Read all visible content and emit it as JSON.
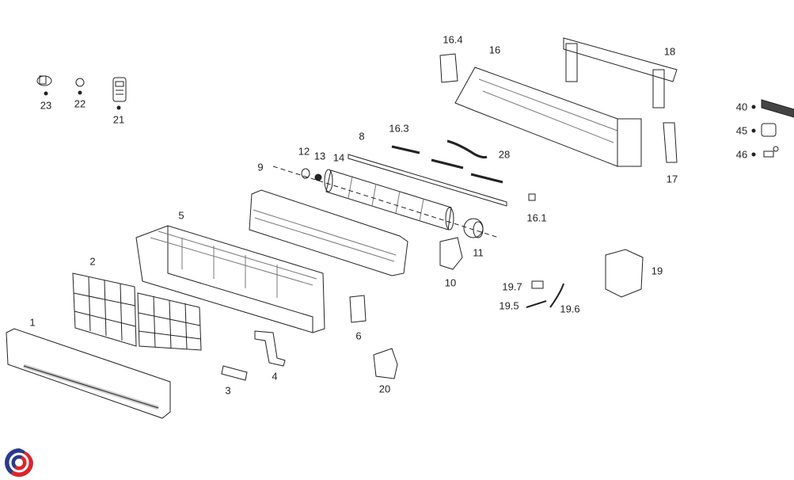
{
  "diagram": {
    "type": "exploded parts diagram",
    "part_labels": [
      "1",
      "2",
      "3",
      "4",
      "5",
      "6",
      "8",
      "9",
      "10",
      "11",
      "12",
      "13",
      "14",
      "16",
      "16.1",
      "16.3",
      "16.4",
      "17",
      "18",
      "19",
      "19.5",
      "19.6",
      "19.7",
      "20",
      "21",
      "22",
      "23",
      "28",
      "40",
      "45",
      "46"
    ]
  },
  "colors": {
    "line": "#222222",
    "logo_blue": "#2a3a8c",
    "logo_red": "#d9262b"
  }
}
